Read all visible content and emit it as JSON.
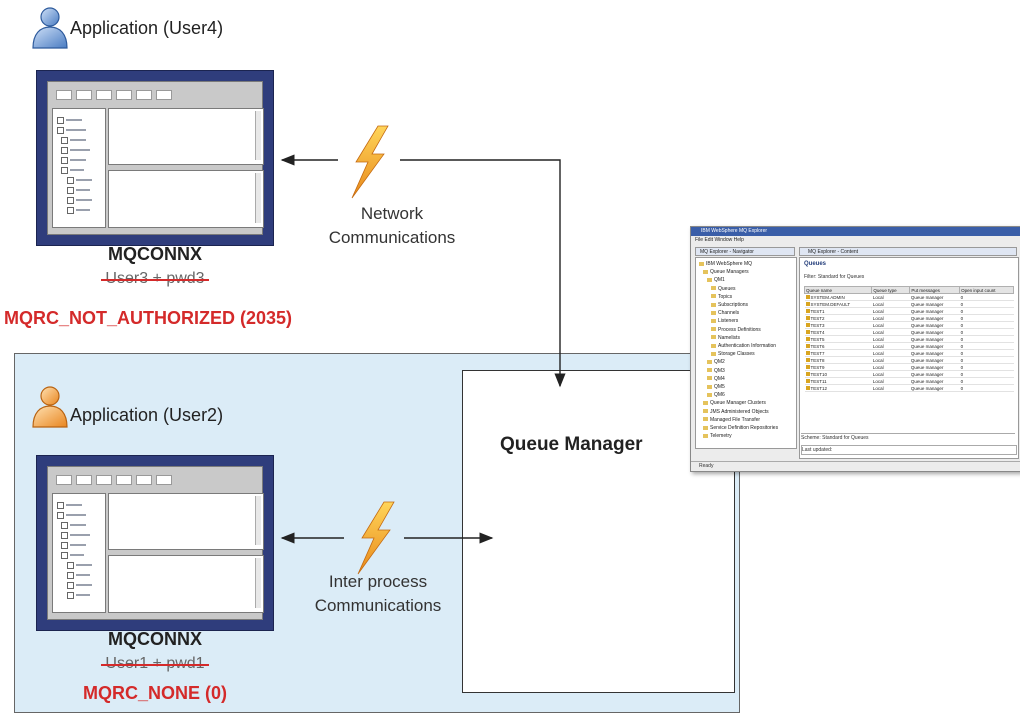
{
  "remote_app": {
    "title": "Application (User4)",
    "api_call": "MQCONNX",
    "credentials": "User3 + pwd3",
    "reason_code": "MQRC_NOT_AUTHORIZED (2035)"
  },
  "local_app": {
    "title": "Application (User2)",
    "api_call": "MQCONNX",
    "credentials": "User1 + pwd1",
    "reason_code": "MQRC_NONE (0)"
  },
  "links": {
    "network_line1": "Network",
    "network_line2": "Communications",
    "ipc_line1": "Inter process",
    "ipc_line2": "Communications"
  },
  "queue_manager": {
    "title": "Queue Manager"
  },
  "explorer": {
    "window_title": "IBM WebSphere MQ Explorer",
    "menu": "File  Edit  Window  Help",
    "nav_tab": "MQ Explorer - Navigator",
    "content_tab": "MQ Explorer - Content",
    "heading": "Queues",
    "filter": "Filter: Standard for Queues",
    "columns": [
      "Queue name",
      "Queue type",
      "Put messages",
      "Open input count"
    ],
    "rows": [
      [
        "SYSTEM.ADMIN",
        "Local",
        "Queue manager",
        "0"
      ],
      [
        "SYSTEM.DEFAULT",
        "Local",
        "Queue manager",
        "0"
      ],
      [
        "TEST1",
        "Local",
        "Queue manager",
        "0"
      ],
      [
        "TEST2",
        "Local",
        "Queue manager",
        "0"
      ],
      [
        "TEST3",
        "Local",
        "Queue manager",
        "0"
      ],
      [
        "TEST4",
        "Local",
        "Queue manager",
        "0"
      ],
      [
        "TEST5",
        "Local",
        "Queue manager",
        "0"
      ],
      [
        "TEST6",
        "Local",
        "Queue manager",
        "0"
      ],
      [
        "TEST7",
        "Local",
        "Queue manager",
        "0"
      ],
      [
        "TEST8",
        "Local",
        "Queue manager",
        "0"
      ],
      [
        "TEST9",
        "Local",
        "Queue manager",
        "0"
      ],
      [
        "TEST10",
        "Local",
        "Queue manager",
        "0"
      ],
      [
        "TEST11",
        "Local",
        "Queue manager",
        "0"
      ],
      [
        "TEST12",
        "Local",
        "Queue manager",
        "0"
      ]
    ],
    "nav_items": [
      "IBM WebSphere MQ",
      "Queue Managers",
      "QM1",
      "Queues",
      "Topics",
      "Subscriptions",
      "Channels",
      "Listeners",
      "Process Definitions",
      "Namelists",
      "Authentication Information",
      "Storage Classes",
      "QM2",
      "QM3",
      "QM4",
      "QM5",
      "QM6",
      "Queue Manager Clusters",
      "JMS Administered Objects",
      "Managed File Transfer",
      "Service Definition Repositories",
      "Telemetry"
    ],
    "footer1": "Scheme: Standard for Queues",
    "footer2": "Last updated:",
    "status": "Ready"
  }
}
